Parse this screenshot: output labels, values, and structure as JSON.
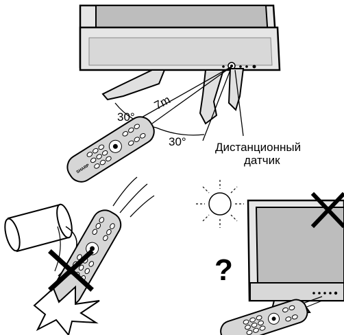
{
  "labels": {
    "distance": "7m",
    "angle_left": "30°",
    "angle_right": "30°",
    "sensor_line1": "Дистанционный",
    "sensor_line2": "датчик",
    "question": "?"
  },
  "brand": "SHARP",
  "colors": {
    "ink": "#000000",
    "tv_bezel": "#d9d9d9",
    "tv_screen": "#bfbfbf",
    "remote_body": "#d0d0d0",
    "paper": "#ffffff"
  },
  "icons": {
    "forbidden_left": "x-mark-icon",
    "forbidden_right": "x-mark-icon",
    "sun": "sun-icon"
  }
}
